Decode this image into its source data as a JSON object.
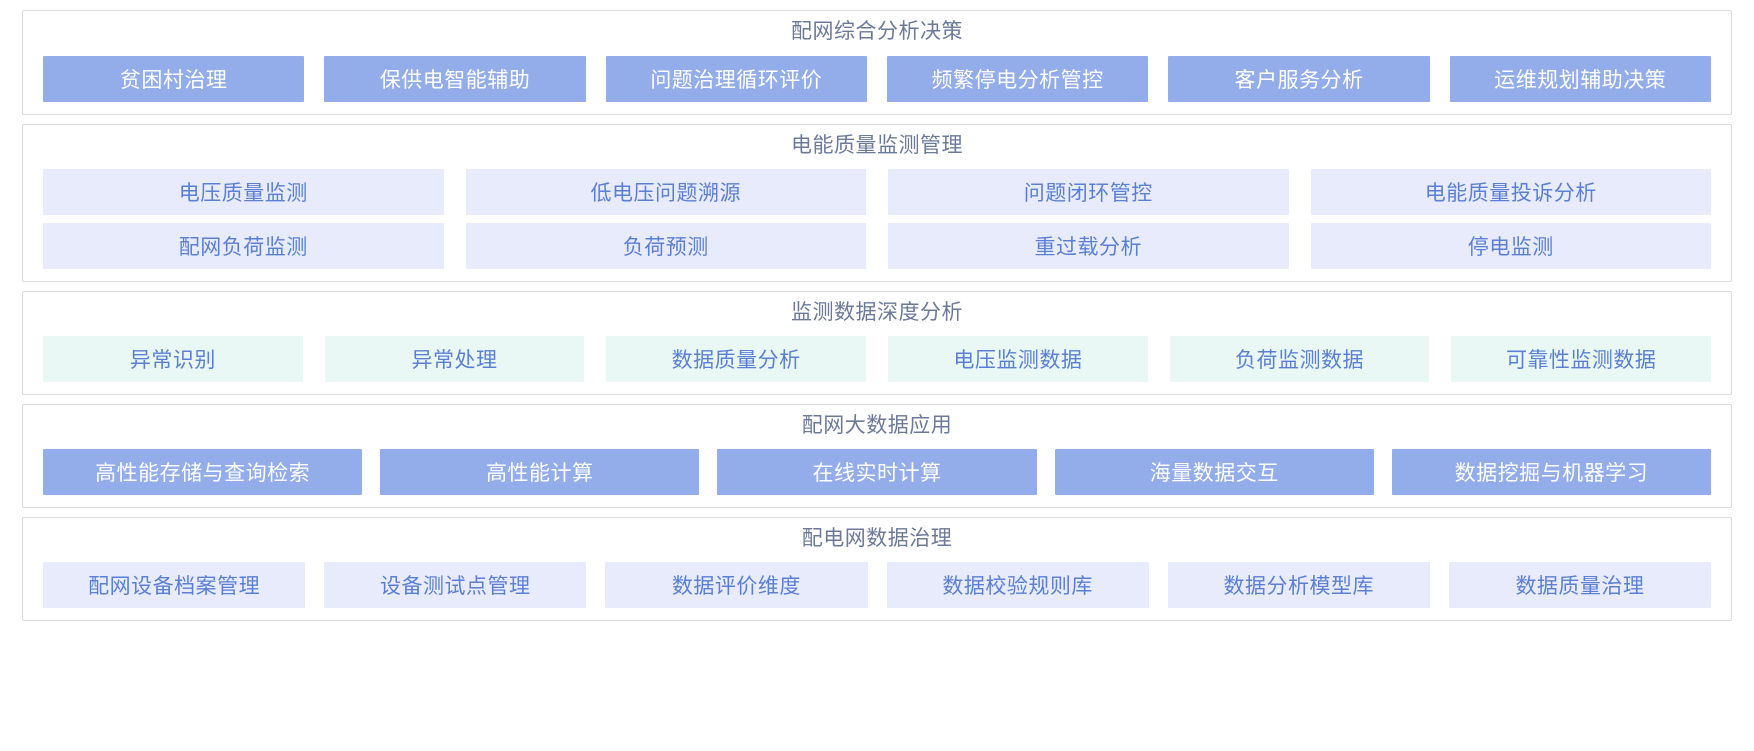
{
  "colors": {
    "panel_border": "#dcdcdc",
    "title_text": "#6b7a99",
    "chip_solid_bg": "#93adea",
    "chip_solid_text": "#ffffff",
    "chip_lavender_bg": "#e8ebfc",
    "chip_light_text": "#5b7fd4",
    "chip_mint_bg": "#e9f8f5",
    "page_bg": "#ffffff"
  },
  "sections": [
    {
      "title": "配网综合分析决策",
      "style": "solid",
      "rows": [
        [
          {
            "label": "贫困村治理"
          },
          {
            "label": "保供电智能辅助"
          },
          {
            "label": "问题治理循环评价"
          },
          {
            "label": "频繁停电分析管控"
          },
          {
            "label": "客户服务分析"
          },
          {
            "label": "运维规划辅助决策"
          }
        ]
      ]
    },
    {
      "title": "电能质量监测管理",
      "style": "lavender",
      "rows": [
        [
          {
            "label": "电压质量监测"
          },
          {
            "label": "低电压问题溯源"
          },
          {
            "label": "问题闭环管控"
          },
          {
            "label": "电能质量投诉分析"
          }
        ],
        [
          {
            "label": "配网负荷监测"
          },
          {
            "label": "负荷预测"
          },
          {
            "label": "重过载分析"
          },
          {
            "label": "停电监测"
          }
        ]
      ]
    },
    {
      "title": "监测数据深度分析",
      "style": "mint",
      "rows": [
        [
          {
            "label": "异常识别"
          },
          {
            "label": "异常处理"
          },
          {
            "label": "数据质量分析"
          },
          {
            "label": "电压监测数据"
          },
          {
            "label": "负荷监测数据"
          },
          {
            "label": "可靠性监测数据"
          }
        ]
      ]
    },
    {
      "title": "配网大数据应用",
      "style": "solid",
      "rows": [
        [
          {
            "label": "高性能存储与查询检索"
          },
          {
            "label": "高性能计算"
          },
          {
            "label": "在线实时计算"
          },
          {
            "label": "海量数据交互"
          },
          {
            "label": "数据挖掘与机器学习"
          }
        ]
      ]
    },
    {
      "title": "配电网数据治理",
      "style": "lavender",
      "rows": [
        [
          {
            "label": "配网设备档案管理"
          },
          {
            "label": "设备测试点管理"
          },
          {
            "label": "数据评价维度"
          },
          {
            "label": "数据校验规则库"
          },
          {
            "label": "数据分析模型库"
          },
          {
            "label": "数据质量治理"
          }
        ]
      ]
    }
  ]
}
